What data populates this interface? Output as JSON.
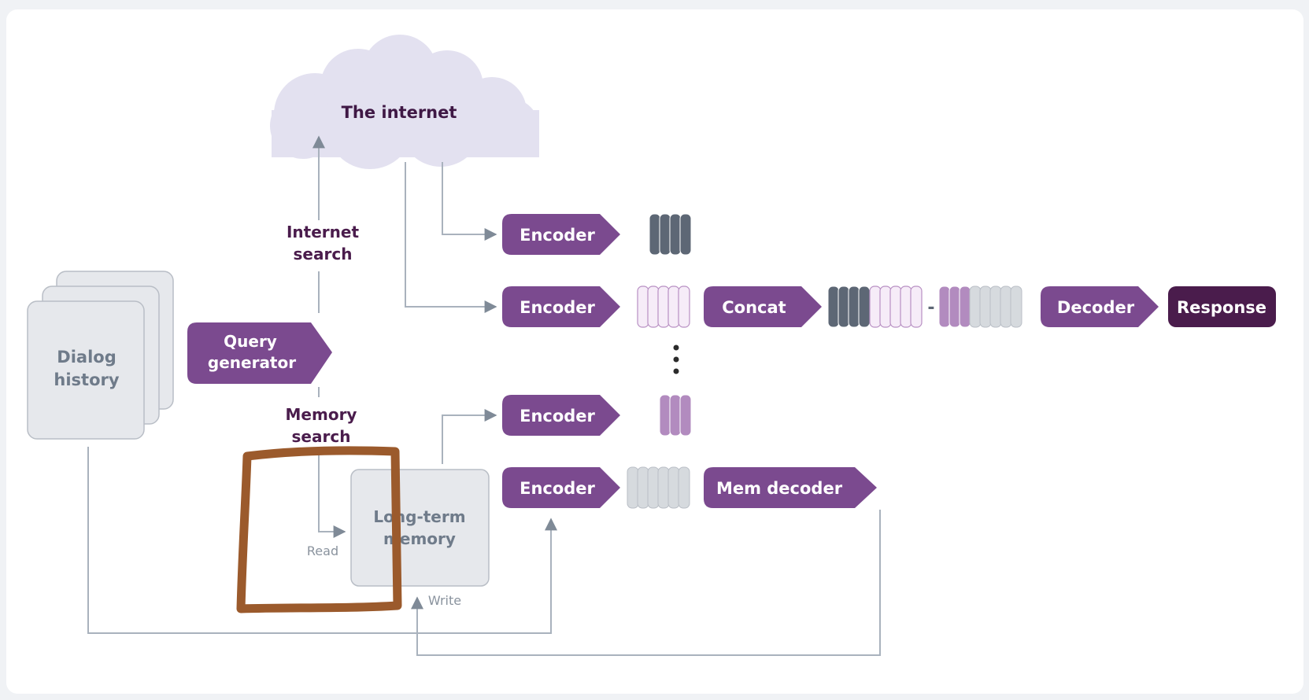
{
  "diagram": {
    "cloud_label": "The internet",
    "dialog_history_line1": "Dialog",
    "dialog_history_line2": "history",
    "query_generator_line1": "Query",
    "query_generator_line2": "generator",
    "internet_search_line1": "Internet",
    "internet_search_line2": "search",
    "memory_search_line1": "Memory",
    "memory_search_line2": "search",
    "encoder_label": "Encoder",
    "concat_label": "Concat",
    "decoder_label": "Decoder",
    "response_label": "Response",
    "mem_decoder_label": "Mem decoder",
    "long_term_memory_line1": "Long-term",
    "long_term_memory_line2": "memory",
    "read_label": "Read",
    "write_label": "Write",
    "concat_dash": "-"
  },
  "colors": {
    "page_bg": "#f0f2f5",
    "panel_bg": "#ffffff",
    "purple": "#7b4a8f",
    "dark_purple": "#4a1c4c",
    "cloud": "#e3e1f0",
    "cloud_text": "#3f1845",
    "gray_box": "#e6e8ec",
    "gray_box_border": "#b9bec6",
    "gray_text": "#6f7b8a",
    "slate_token": "#5d6775",
    "light_purple_token": "#f6ecf8",
    "light_purple_border": "#b890c3",
    "mid_purple_token": "#b28bbf",
    "gray_token": "#d6dade",
    "arrow": "#a9b2bd",
    "annotation_brown": "#9b5a2c"
  }
}
